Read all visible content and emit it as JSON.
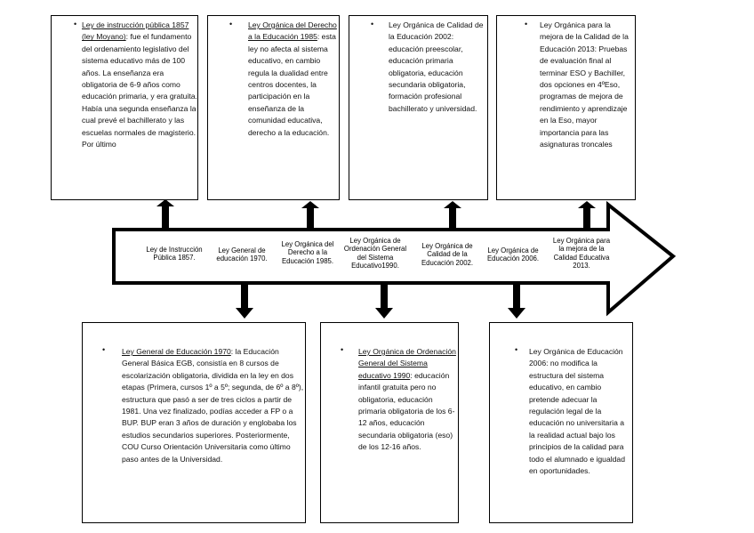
{
  "timeline": {
    "labels": [
      "Ley de Instrucción Pública 1857.",
      "Ley General de educación 1970.",
      "Ley Orgánica del Derecho a la Educación 1985.",
      "Ley Orgánica de Ordenación General del Sistema Educativo1990.",
      "Ley Orgánica de Calidad de la Educación 2002.",
      "Ley Orgánica de Educación 2006.",
      "Ley Orgánica para la mejora de la Calidad Educativa 2013."
    ]
  },
  "top_boxes": [
    {
      "title": "Ley de instrucción pública 1857 (ley Moyano)",
      "body": ": fue el fundamento del ordenamiento legislativo del sistema educativo más de 100 años. La enseñanza era obligatoria de 6-9 años como educación primaria, y era gratuita. Había una segunda enseñanza la cual prevé el bachillerato y las escuelas normales de magisterio. Por último"
    },
    {
      "title": "Ley Orgánica del Derecho a la Educación 1985",
      "body": ": esta ley no afecta al sistema educativo, en cambio regula la dualidad entre centros docentes, la participación en la enseñanza de la comunidad educativa, derecho a la educación."
    },
    {
      "title": "",
      "body": "Ley Orgánica de Calidad de la Educación 2002: educación preescolar, educación primaria obligatoria, educación secundaria obligatoria, formación profesional bachillerato y universidad."
    },
    {
      "title": "",
      "body": "Ley Orgánica para la mejora de la Calidad de la Educación 2013: Pruebas de evaluación final al terminar ESO y Bachiller, dos opciones en 4ºEso, programas de mejora de rendimiento y aprendizaje en la Eso, mayor importancia para las asignaturas troncales"
    }
  ],
  "bottom_boxes": [
    {
      "title": "Ley General de Educación 1970",
      "body": ": la Educación General Básica EGB, consistía en 8 cursos de escolarización obligatoria, dividida en la ley en dos etapas (Primera, cursos 1º a 5º; segunda, de 6º a 8º), estructura que pasó a ser de tres ciclos a partir de 1981. Una vez finalizado, podías acceder a FP o a BUP. BUP eran 3 años de duración y englobaba los estudios secundarios superiores. Posteriormente, COU Curso Orientación Universitaria como último paso antes de la Universidad."
    },
    {
      "title": "Ley Orgánica de Ordenación General del Sistema educativo 1990",
      "body": ": educación infantil gratuita pero no obligatoria, educación primaria obligatoria de los 6-12 años, educación secundaria obligatoria (eso)  de los 12-16 años."
    },
    {
      "title": "",
      "body": "Ley Orgánica de Educación 2006: no modifica la estructura del sistema educativo, en cambio pretende adecuar la regulación legal de la educación no universitaria a la realidad actual bajo los principios de la calidad para todo el alumnado e igualdad en oportunidades."
    }
  ]
}
